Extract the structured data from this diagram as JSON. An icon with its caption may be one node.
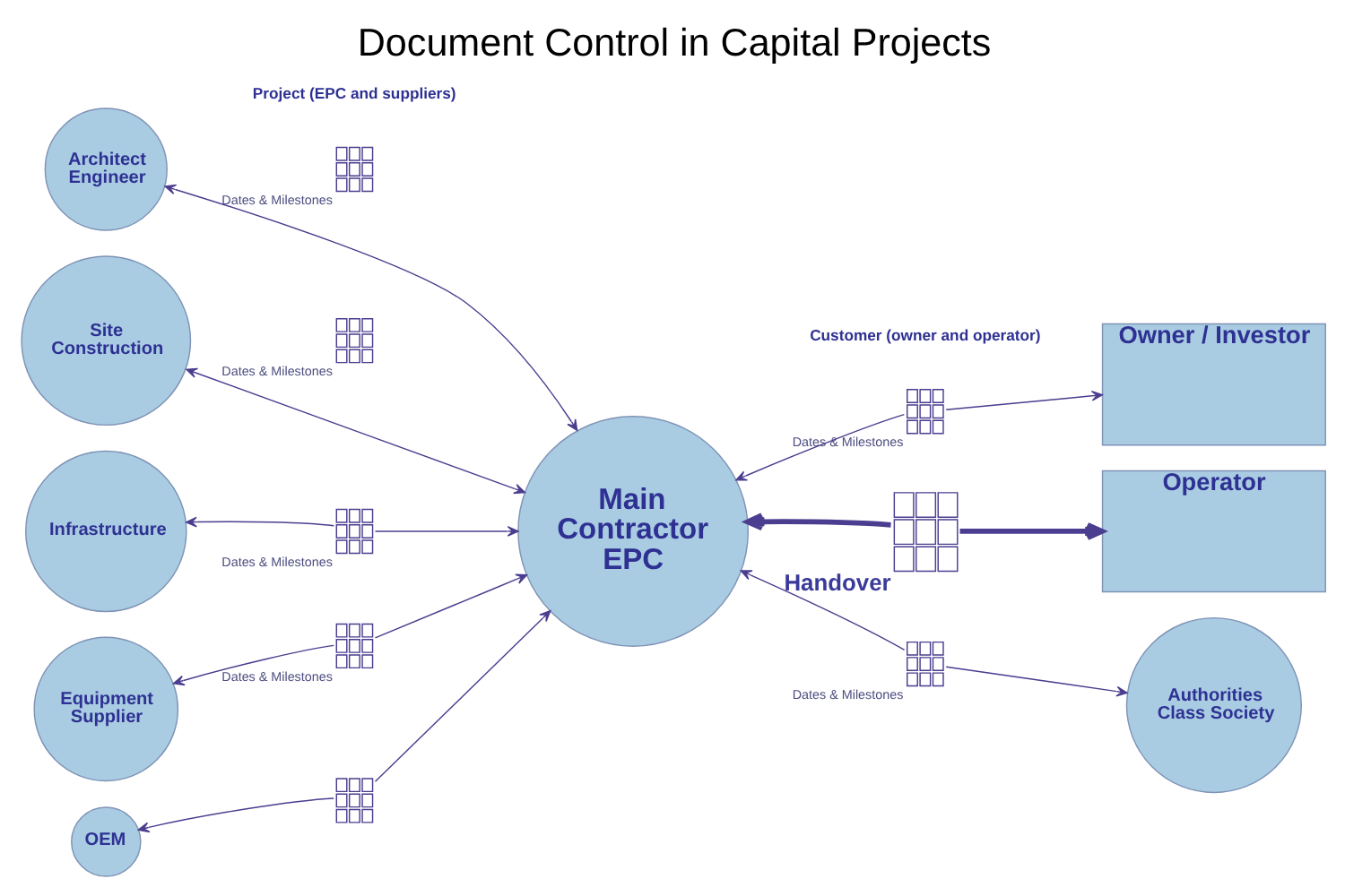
{
  "diagram": {
    "title": "Document Control in Capital Projects",
    "nodes": [
      {
        "text": [
          "Architect Engineer"
        ]
      },
      {
        "text": [
          "Site Construction"
        ]
      },
      {
        "text": [],
        "shape": "picture",
        "beside": [
          "Dates & Milestones"
        ]
      },
      {
        "text": [],
        "shape": "picture",
        "beside": [
          "Dates & Milestones"
        ]
      },
      {
        "text": [
          "Main Contractor EPC"
        ]
      },
      {
        "text": [
          "Infrastructure"
        ]
      },
      {
        "text": [],
        "shape": "picture",
        "beside": [
          "Dates & Milestones"
        ]
      },
      {
        "text": [],
        "shape": "picture",
        "beside": [
          "Dates & Milestones"
        ]
      },
      {
        "text": [
          "Equipment Supplier"
        ]
      },
      {
        "text": [],
        "shape": "picture"
      },
      {
        "text": [
          "OEM"
        ]
      },
      {
        "text": [
          "Owner / Investor"
        ]
      },
      {
        "text": [],
        "shape": "picture",
        "beside": [
          "Dates & Milestones"
        ]
      },
      {
        "text": [],
        "shape": "picture",
        "beside": [
          "Handover"
        ]
      },
      {
        "text": [
          "Operator"
        ]
      },
      {
        "text": [],
        "shape": "picture",
        "beside": [
          "Dates & Milestones"
        ]
      },
      {
        "text": [
          "Authorities Class Society"
        ]
      }
    ],
    "edges": [
      {
        "from": 0,
        "to": 4,
        "arrow": "both"
      },
      {
        "from": 1,
        "to": 4,
        "arrow": "both"
      },
      {
        "from": 6,
        "to": 5,
        "arrow": "to"
      },
      {
        "from": 6,
        "to": 4,
        "arrow": "to"
      },
      {
        "from": 7,
        "to": 8,
        "arrow": "to"
      },
      {
        "from": 7,
        "to": 4,
        "arrow": "to"
      },
      {
        "from": 9,
        "to": 10,
        "arrow": "to"
      },
      {
        "from": 9,
        "to": 4,
        "arrow": "to"
      },
      {
        "from": 12,
        "to": 4,
        "arrow": "to"
      },
      {
        "from": 12,
        "to": 11,
        "arrow": "to"
      },
      {
        "from": 13,
        "to": 4,
        "arrow": "to",
        "style": "thick"
      },
      {
        "from": 13,
        "to": 14,
        "arrow": "to",
        "style": "thick"
      },
      {
        "from": 15,
        "to": 4,
        "arrow": "to"
      },
      {
        "from": 15,
        "to": 16,
        "arrow": "to"
      }
    ],
    "labels": [
      "Project (EPC and suppliers)",
      "Customer (owner and operator)"
    ]
  }
}
